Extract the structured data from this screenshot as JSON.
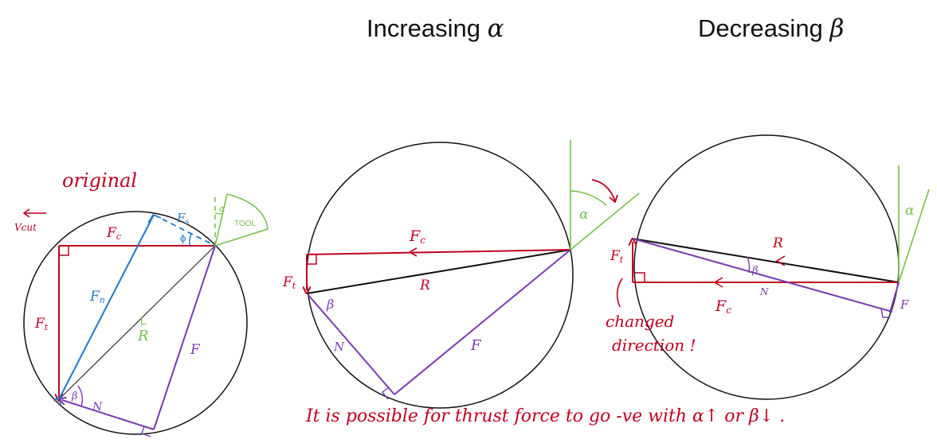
{
  "titles": {
    "increasing": {
      "text": "Increasing",
      "symbol": "α"
    },
    "decreasing": {
      "text": "Decreasing",
      "symbol": "β"
    }
  },
  "colors": {
    "circle": "#111111",
    "red": "#c00020",
    "blue": "#1f78c8",
    "green": "#77c04a",
    "purple": "#7a3ab0",
    "black": "#111111"
  },
  "handwritten_labels": [
    "original",
    "Vcut",
    "Fc",
    "Fs",
    "ϕ",
    "α",
    "TOOL",
    "Fn",
    "Ft",
    "R",
    "F",
    "β",
    "N",
    "changed direction!",
    "It is possible for thrust force to go -ve with α↑ or β↓."
  ]
}
